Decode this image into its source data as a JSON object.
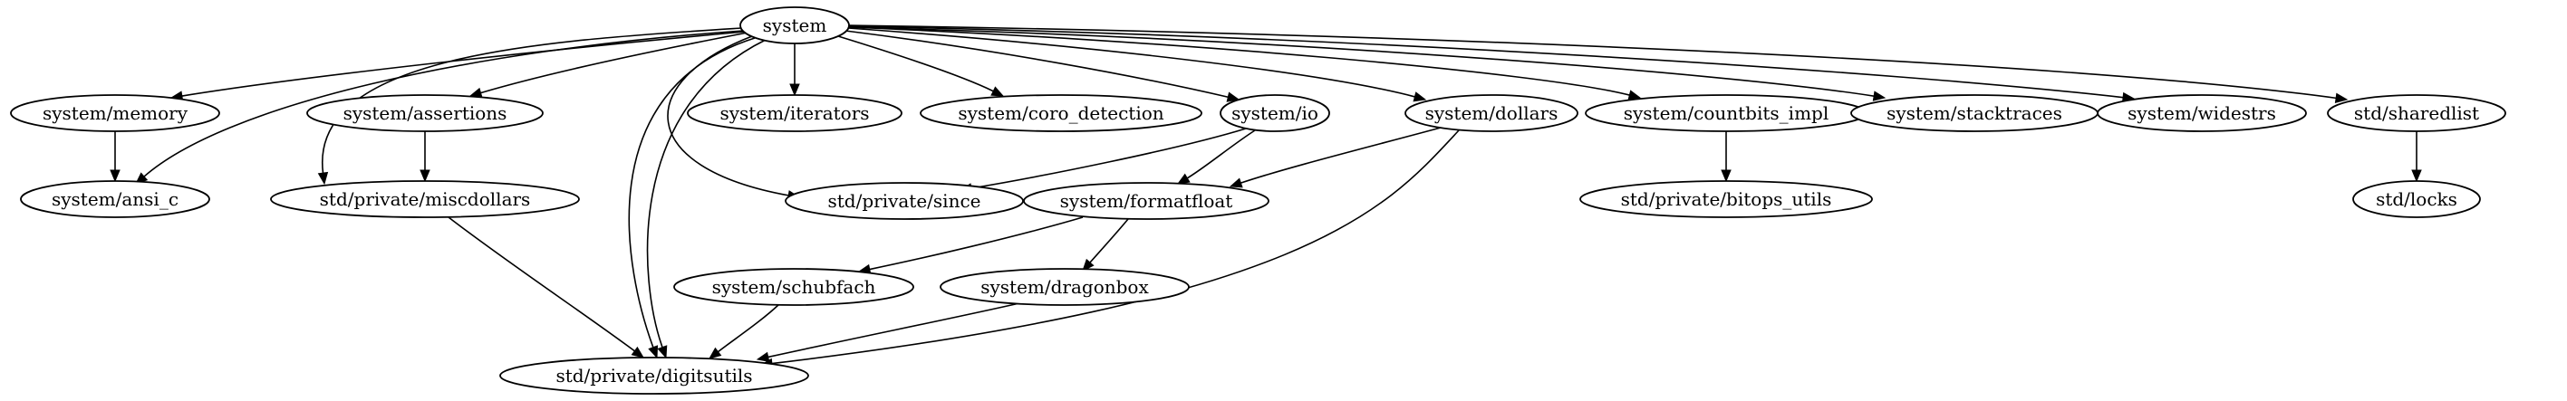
{
  "graph": {
    "nodes": [
      {
        "id": "system",
        "label": "system"
      },
      {
        "id": "system_memory",
        "label": "system/memory"
      },
      {
        "id": "system_ansi_c",
        "label": "system/ansi_c"
      },
      {
        "id": "system_assertions",
        "label": "system/assertions"
      },
      {
        "id": "std_private_miscdollars",
        "label": "std/private/miscdollars"
      },
      {
        "id": "system_iterators",
        "label": "system/iterators"
      },
      {
        "id": "system_coro_detection",
        "label": "system/coro_detection"
      },
      {
        "id": "system_io",
        "label": "system/io"
      },
      {
        "id": "std_private_since",
        "label": "std/private/since"
      },
      {
        "id": "system_formatfloat",
        "label": "system/formatfloat"
      },
      {
        "id": "system_dollars",
        "label": "system/dollars"
      },
      {
        "id": "system_countbits_impl",
        "label": "system/countbits_impl"
      },
      {
        "id": "std_private_bitops_utils",
        "label": "std/private/bitops_utils"
      },
      {
        "id": "system_stacktraces",
        "label": "system/stacktraces"
      },
      {
        "id": "system_widestrs",
        "label": "system/widestrs"
      },
      {
        "id": "std_sharedlist",
        "label": "std/sharedlist"
      },
      {
        "id": "std_locks",
        "label": "std/locks"
      },
      {
        "id": "system_schubfach",
        "label": "system/schubfach"
      },
      {
        "id": "system_dragonbox",
        "label": "system/dragonbox"
      },
      {
        "id": "std_private_digitsutils",
        "label": "std/private/digitsutils"
      }
    ],
    "edges": [
      {
        "from": "system",
        "to": "system_memory"
      },
      {
        "from": "system",
        "to": "system_ansi_c"
      },
      {
        "from": "system",
        "to": "system_assertions"
      },
      {
        "from": "system",
        "to": "std_private_miscdollars"
      },
      {
        "from": "system",
        "to": "system_iterators"
      },
      {
        "from": "system",
        "to": "system_coro_detection"
      },
      {
        "from": "system",
        "to": "system_io"
      },
      {
        "from": "system",
        "to": "std_private_since"
      },
      {
        "from": "system",
        "to": "system_dollars"
      },
      {
        "from": "system",
        "to": "system_countbits_impl"
      },
      {
        "from": "system",
        "to": "system_stacktraces"
      },
      {
        "from": "system",
        "to": "system_widestrs"
      },
      {
        "from": "system",
        "to": "std_sharedlist"
      },
      {
        "from": "system",
        "to": "std_private_digitsutils"
      },
      {
        "from": "system",
        "to": "std_private_digitsutils"
      },
      {
        "from": "system_memory",
        "to": "system_ansi_c"
      },
      {
        "from": "system_assertions",
        "to": "std_private_miscdollars"
      },
      {
        "from": "std_private_miscdollars",
        "to": "std_private_digitsutils"
      },
      {
        "from": "system_io",
        "to": "std_private_since"
      },
      {
        "from": "system_io",
        "to": "system_formatfloat"
      },
      {
        "from": "system_dollars",
        "to": "system_formatfloat"
      },
      {
        "from": "system_dollars",
        "to": "std_private_digitsutils"
      },
      {
        "from": "system_formatfloat",
        "to": "system_schubfach"
      },
      {
        "from": "system_formatfloat",
        "to": "system_dragonbox"
      },
      {
        "from": "system_schubfach",
        "to": "std_private_digitsutils"
      },
      {
        "from": "system_dragonbox",
        "to": "std_private_digitsutils"
      },
      {
        "from": "system_countbits_impl",
        "to": "std_private_bitops_utils"
      },
      {
        "from": "std_sharedlist",
        "to": "std_locks"
      }
    ]
  }
}
